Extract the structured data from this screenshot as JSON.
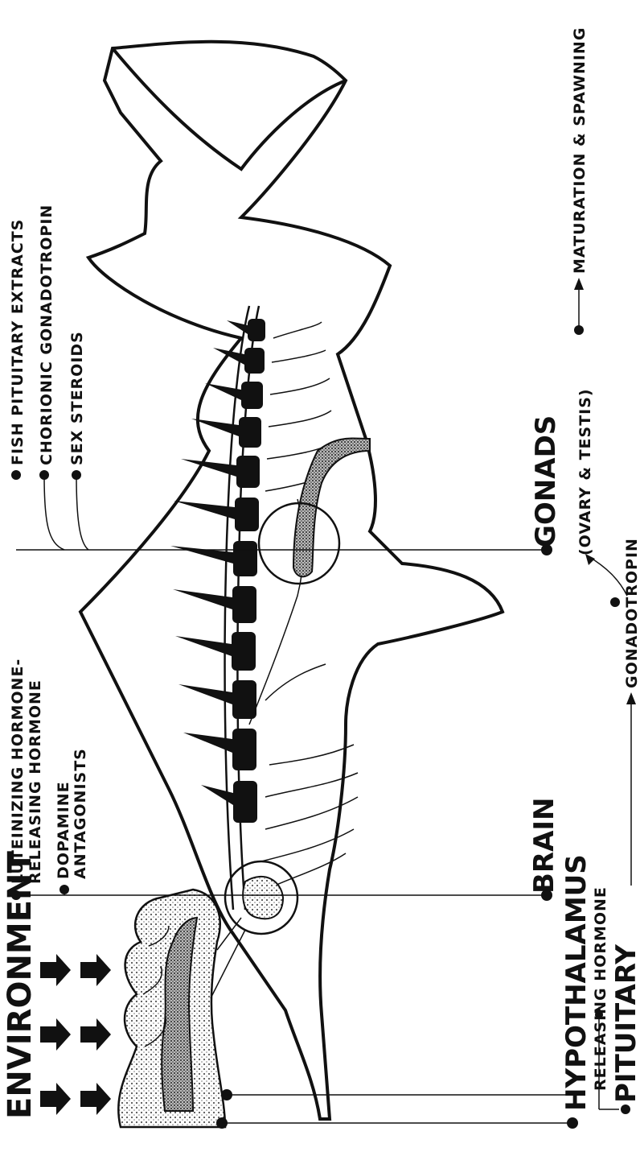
{
  "labels": {
    "environment": "ENVIRONMENT",
    "hypothalamus": "HYPOTHALAMUS",
    "releasing_hormone": "RELEASING HORMONE",
    "pituitary": "PITUITARY",
    "brain": "BRAIN",
    "gonadotropin": "GONADOTROPIN",
    "gonads": "GONADS",
    "ovary_testis": "(OVARY & TESTIS)",
    "maturation": "MATURATION & SPAWNING",
    "lhrh_line1": "LUTEINIZING HORMONE-",
    "lhrh_line2": "RELEASING HORMONE",
    "dopamine_line1": "DOPAMINE",
    "dopamine_line2": "ANTAGONISTS",
    "fish_pituitary": "FISH PITUITARY EXTRACTS",
    "chorionic": "CHORIONIC GONADOTROPIN",
    "sex_steroids": "SEX STEROIDS"
  },
  "colors": {
    "ink": "#111111",
    "paper": "#ffffff",
    "stipple": "#9a9a9a"
  }
}
